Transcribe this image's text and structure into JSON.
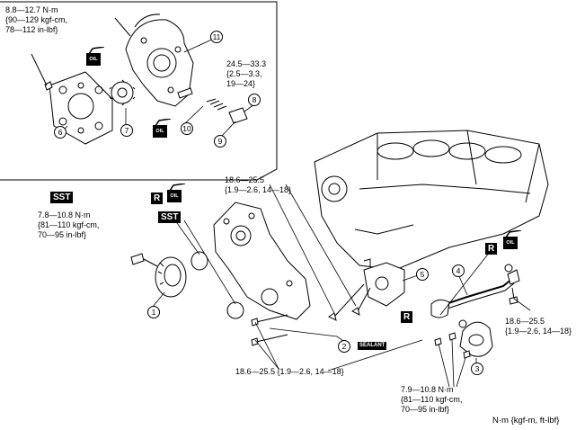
{
  "callouts": [
    "1",
    "2",
    "3",
    "4",
    "5",
    "6",
    "7",
    "8",
    "9",
    "10",
    "11"
  ],
  "torques": {
    "t_top_left": [
      "8.8—12.7 N·m",
      "{90—129 kgf-cm,",
      "78—112 in-lbf}"
    ],
    "t_top_right": [
      "24.5—33.3",
      "{2.5—3.3,",
      "19—24}"
    ],
    "t_left_mid": [
      "7.8—10.8 N·m",
      "{81—110 kgf-cm,",
      "70—95 in-lbf}"
    ],
    "t_center_top": [
      "18.6—25.5",
      "{1.9—2.6, 14—18}"
    ],
    "t_right_mid": [
      "18.6—25.5",
      "{1.9—2.6, 14—18}"
    ],
    "t_bottom_center": [
      "18.6—25.5 {1.9—2.6, 14—18}"
    ],
    "t_bottom_right": [
      "7.9—10.8 N·m",
      "{81—110 kgf-cm,",
      "70—95 in-lbf}"
    ]
  },
  "unit_note": "N·m {kgf-m, ft-lbf}",
  "badges": {
    "sst": "SST",
    "replace": "R",
    "oil": "OIL",
    "sealant": "SEALANT"
  }
}
